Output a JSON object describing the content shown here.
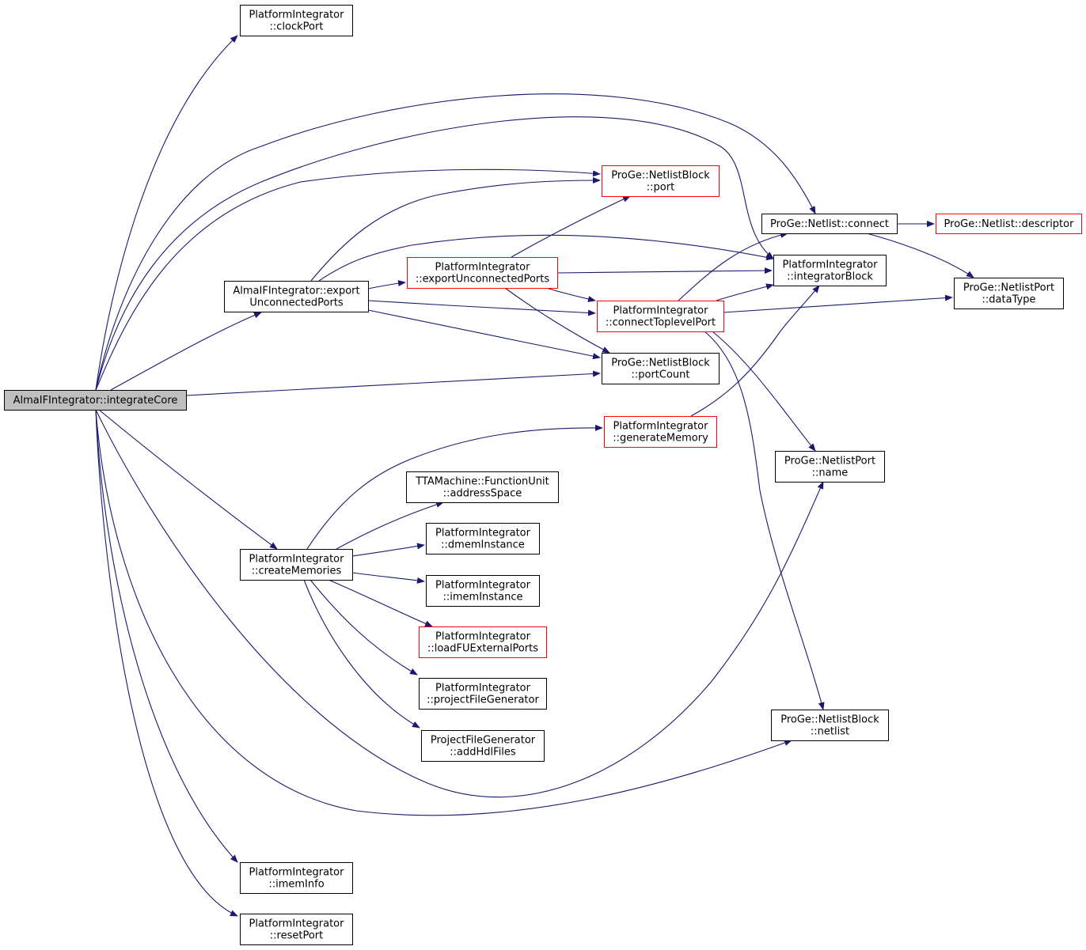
{
  "colors": {
    "edge": "#191970",
    "node_border": "#000000",
    "incomplete_node_border": "#ff0000",
    "root_fill": "#bfbfbf",
    "background": "#ffffff"
  },
  "nodes": [
    {
      "id": "integrateCore",
      "lines": [
        "AlmaIFIntegrator::integrateCore"
      ],
      "style": "root"
    },
    {
      "id": "clockPort",
      "lines": [
        "PlatformIntegrator",
        "::clockPort"
      ],
      "style": "normal"
    },
    {
      "id": "exportUnconnectedPortsA",
      "lines": [
        "AlmaIFIntegrator::export",
        "UnconnectedPorts"
      ],
      "style": "normal"
    },
    {
      "id": "netlistBlockPort",
      "lines": [
        "ProGe::NetlistBlock",
        "::port"
      ],
      "style": "red"
    },
    {
      "id": "exportUnconnectedPortsP",
      "lines": [
        "PlatformIntegrator",
        "::exportUnconnectedPorts"
      ],
      "style": "red"
    },
    {
      "id": "connect",
      "lines": [
        "ProGe::Netlist::connect"
      ],
      "style": "normal"
    },
    {
      "id": "descriptor",
      "lines": [
        "ProGe::Netlist::descriptor"
      ],
      "style": "red"
    },
    {
      "id": "integratorBlock",
      "lines": [
        "PlatformIntegrator",
        "::integratorBlock"
      ],
      "style": "normal"
    },
    {
      "id": "dataType",
      "lines": [
        "ProGe::NetlistPort",
        "::dataType"
      ],
      "style": "normal"
    },
    {
      "id": "connectToplevelPort",
      "lines": [
        "PlatformIntegrator",
        "::connectToplevelPort"
      ],
      "style": "red"
    },
    {
      "id": "portCount",
      "lines": [
        "ProGe::NetlistBlock",
        "::portCount"
      ],
      "style": "normal"
    },
    {
      "id": "generateMemory",
      "lines": [
        "PlatformIntegrator",
        "::generateMemory"
      ],
      "style": "red"
    },
    {
      "id": "portName",
      "lines": [
        "ProGe::NetlistPort",
        "::name"
      ],
      "style": "normal"
    },
    {
      "id": "addressSpace",
      "lines": [
        "TTAMachine::FunctionUnit",
        "::addressSpace"
      ],
      "style": "normal"
    },
    {
      "id": "dmemInstance",
      "lines": [
        "PlatformIntegrator",
        "::dmemInstance"
      ],
      "style": "normal"
    },
    {
      "id": "createMemories",
      "lines": [
        "PlatformIntegrator",
        "::createMemories"
      ],
      "style": "normal"
    },
    {
      "id": "imemInstance",
      "lines": [
        "PlatformIntegrator",
        "::imemInstance"
      ],
      "style": "normal"
    },
    {
      "id": "loadFUExternalPorts",
      "lines": [
        "PlatformIntegrator",
        "::loadFUExternalPorts"
      ],
      "style": "red"
    },
    {
      "id": "projectFileGenerator",
      "lines": [
        "PlatformIntegrator",
        "::projectFileGenerator"
      ],
      "style": "normal"
    },
    {
      "id": "netlistBlockNetlist",
      "lines": [
        "ProGe::NetlistBlock",
        "::netlist"
      ],
      "style": "normal"
    },
    {
      "id": "addHdlFiles",
      "lines": [
        "ProjectFileGenerator",
        "::addHdlFiles"
      ],
      "style": "normal"
    },
    {
      "id": "imemInfo",
      "lines": [
        "PlatformIntegrator",
        "::imemInfo"
      ],
      "style": "normal"
    },
    {
      "id": "resetPort",
      "lines": [
        "PlatformIntegrator",
        "::resetPort"
      ],
      "style": "normal"
    }
  ],
  "edges": [
    {
      "from": "integrateCore",
      "to": "clockPort"
    },
    {
      "from": "integrateCore",
      "to": "connect"
    },
    {
      "from": "integrateCore",
      "to": "integratorBlock"
    },
    {
      "from": "integrateCore",
      "to": "netlistBlockPort"
    },
    {
      "from": "integrateCore",
      "to": "exportUnconnectedPortsA"
    },
    {
      "from": "integrateCore",
      "to": "portCount"
    },
    {
      "from": "integrateCore",
      "to": "createMemories"
    },
    {
      "from": "integrateCore",
      "to": "portName"
    },
    {
      "from": "integrateCore",
      "to": "netlistBlockNetlist"
    },
    {
      "from": "integrateCore",
      "to": "imemInfo"
    },
    {
      "from": "integrateCore",
      "to": "resetPort"
    },
    {
      "from": "exportUnconnectedPortsA",
      "to": "netlistBlockPort"
    },
    {
      "from": "exportUnconnectedPortsA",
      "to": "integratorBlock"
    },
    {
      "from": "exportUnconnectedPortsA",
      "to": "exportUnconnectedPortsP"
    },
    {
      "from": "exportUnconnectedPortsA",
      "to": "connectToplevelPort"
    },
    {
      "from": "exportUnconnectedPortsA",
      "to": "portCount"
    },
    {
      "from": "exportUnconnectedPortsP",
      "to": "netlistBlockPort"
    },
    {
      "from": "exportUnconnectedPortsP",
      "to": "integratorBlock"
    },
    {
      "from": "exportUnconnectedPortsP",
      "to": "connectToplevelPort"
    },
    {
      "from": "exportUnconnectedPortsP",
      "to": "portCount"
    },
    {
      "from": "connectToplevelPort",
      "to": "connect"
    },
    {
      "from": "connectToplevelPort",
      "to": "integratorBlock"
    },
    {
      "from": "connectToplevelPort",
      "to": "dataType"
    },
    {
      "from": "connectToplevelPort",
      "to": "portName"
    },
    {
      "from": "connectToplevelPort",
      "to": "netlistBlockNetlist"
    },
    {
      "from": "connect",
      "to": "descriptor"
    },
    {
      "from": "connect",
      "to": "dataType"
    },
    {
      "from": "generateMemory",
      "to": "integratorBlock"
    },
    {
      "from": "createMemories",
      "to": "generateMemory"
    },
    {
      "from": "createMemories",
      "to": "addressSpace"
    },
    {
      "from": "createMemories",
      "to": "dmemInstance"
    },
    {
      "from": "createMemories",
      "to": "imemInstance"
    },
    {
      "from": "createMemories",
      "to": "loadFUExternalPorts"
    },
    {
      "from": "createMemories",
      "to": "projectFileGenerator"
    },
    {
      "from": "createMemories",
      "to": "addHdlFiles"
    }
  ]
}
